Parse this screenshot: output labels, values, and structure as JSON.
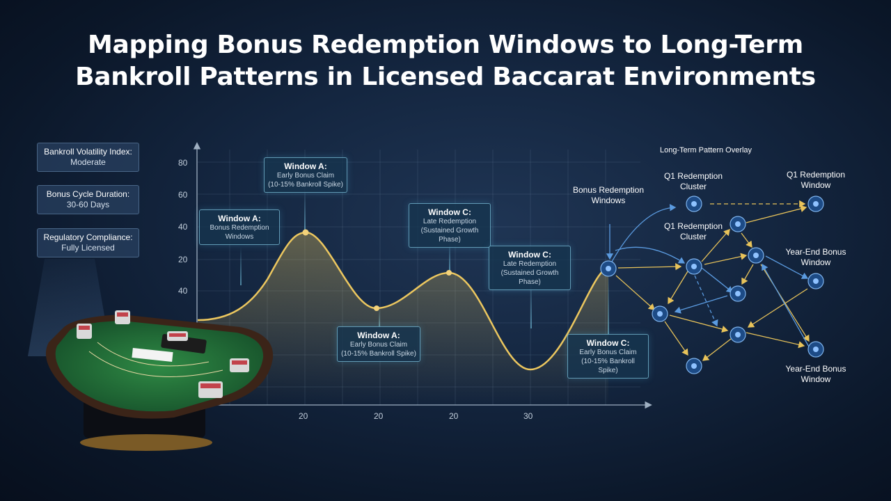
{
  "title": {
    "line1": "Mapping Bonus Redemption Windows to Long-Term",
    "line2": "Bankroll Patterns in Licensed Baccarat Environments"
  },
  "info_boxes": [
    {
      "label": "Bankroll Volatility Index:",
      "value": "Moderate"
    },
    {
      "label": "Bonus Cycle Duration:",
      "value": "30-60 Days"
    },
    {
      "label": "Regulatory Compliance:",
      "value": "Fully Licensed"
    }
  ],
  "chart_data": {
    "type": "line",
    "y_tick_labels": [
      "80",
      "60",
      "40",
      "20",
      "40"
    ],
    "x_tick_labels": [
      "20",
      "20",
      "20",
      "30"
    ],
    "line_color": "#e8c35a",
    "callouts": [
      {
        "title": "Window A:",
        "subtitle": "Early Bonus Claim",
        "detail": "(10-15% Bankroll Spike)"
      },
      {
        "title": "Window A:",
        "subtitle": "Bonus Redemption",
        "detail": "Windows"
      },
      {
        "title": "Window C:",
        "subtitle": "Late Redemption",
        "detail": "(Sustained Growth Phase)"
      },
      {
        "title": "Window C:",
        "subtitle": "Late Redemption",
        "detail": "(Sustained Growth Phase)"
      },
      {
        "title": "Window A:",
        "subtitle": "Early Bonus Claim",
        "detail": "(10-15% Bankroll Spike)"
      },
      {
        "title": "Window C:",
        "subtitle": "Early Bonus Claim",
        "detail": "(10-15% Bankroll Spike)"
      }
    ]
  },
  "network": {
    "title": "Long-Term Pattern Overlay",
    "labels": [
      "Bonus Redemption Windows",
      "Q1 Redemption Cluster",
      "Q1 Redemption Window",
      "Q1 Redemption Cluster",
      "Year-End Bonus Window",
      "Year-End Bonus Window"
    ],
    "node_color": "#3b7fd0",
    "edge_color": "#e8c35a"
  }
}
